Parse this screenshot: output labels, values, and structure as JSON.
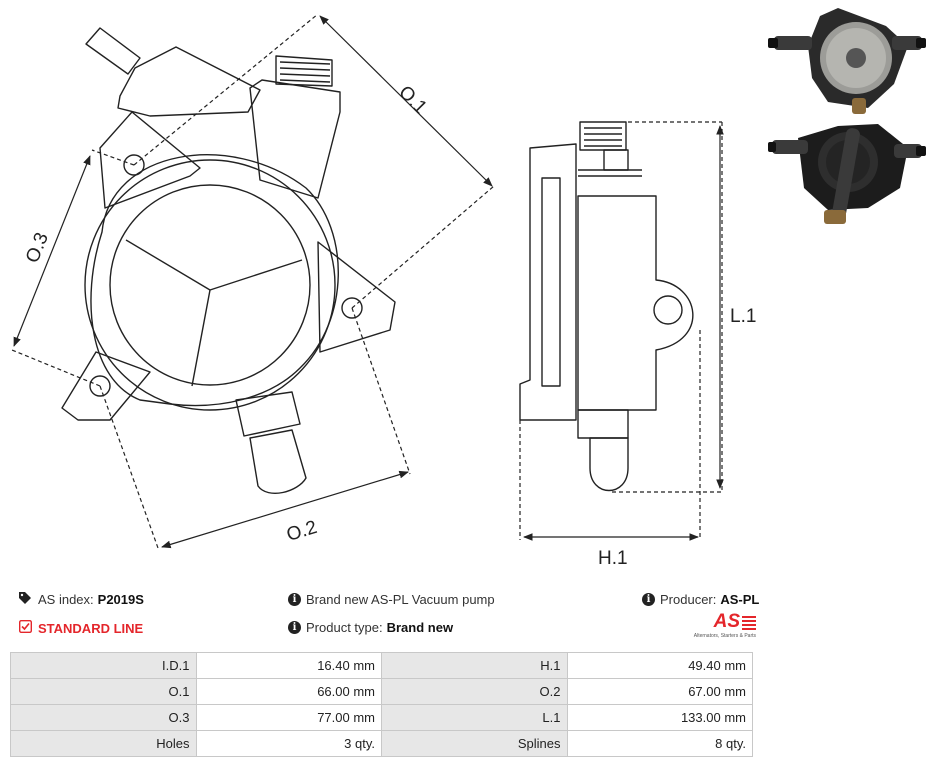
{
  "drawing": {
    "labels": {
      "o1": "O.1",
      "o2": "O.2",
      "o3": "O.3",
      "h1": "H.1",
      "l1": "L.1"
    }
  },
  "info": {
    "as_index_label": "AS index:",
    "as_index_value": "P2019S",
    "standard_line": "STANDARD LINE",
    "description": "Brand new AS-PL Vacuum pump",
    "product_type_label": "Product type:",
    "product_type_value": "Brand new",
    "producer_label": "Producer:",
    "producer_value": "AS-PL"
  },
  "logo": {
    "mark": "AS",
    "tagline": "Alternators, Starters & Parts",
    "color": "#e4262b"
  },
  "specs": [
    {
      "label": "I.D.1",
      "value": "16.40 mm",
      "label2": "H.1",
      "value2": "49.40 mm"
    },
    {
      "label": "O.1",
      "value": "66.00 mm",
      "label2": "O.2",
      "value2": "67.00 mm"
    },
    {
      "label": "O.3",
      "value": "77.00 mm",
      "label2": "L.1",
      "value2": "133.00 mm"
    },
    {
      "label": "Holes",
      "value": "3 qty.",
      "label2": "Splines",
      "value2": "8 qty."
    }
  ]
}
